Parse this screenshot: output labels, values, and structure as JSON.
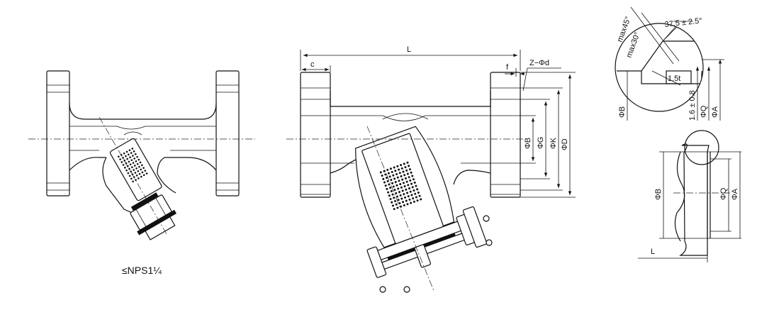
{
  "labels": {
    "L": "L",
    "c": "c",
    "f": "f",
    "z_phi_d": "Z−Φd",
    "phi_B": "ΦB",
    "phi_G": "ΦG",
    "phi_K": "ΦK",
    "phi_D": "ΦD",
    "nps_note": "≤NPS1¼"
  },
  "weld_detail": {
    "max45": "max45°",
    "max30": "max30°",
    "angle": "37.5 ± 2.5°",
    "t15": "1.5t",
    "land": "1.6 ± 0.8",
    "phi_B": "ΦB",
    "phi_Q": "ΦQ",
    "phi_A": "ΦA"
  },
  "socket_detail": {
    "phi_B": "ΦB",
    "phi_Q": "ΦQ",
    "phi_A": "ΦA",
    "L": "L"
  }
}
